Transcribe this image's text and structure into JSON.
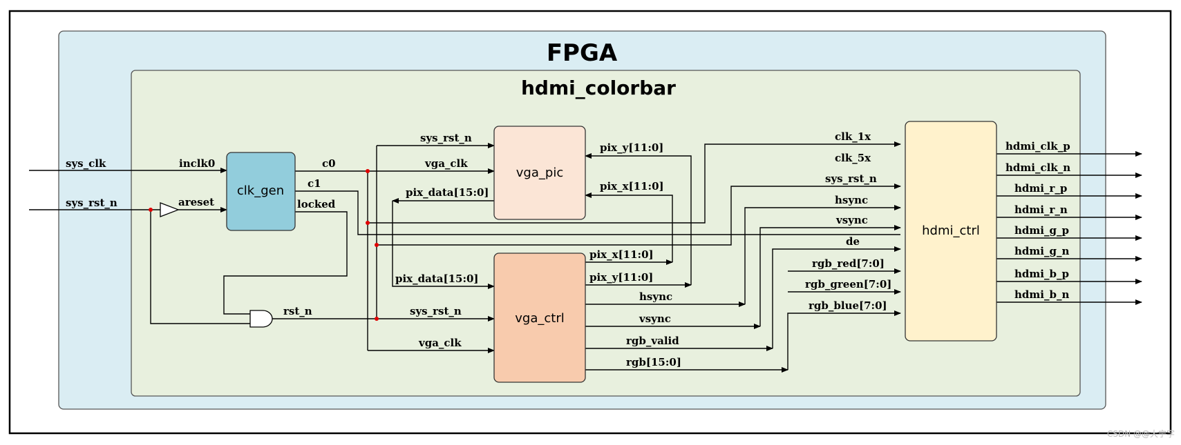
{
  "fpga_title": "FPGA",
  "module_title": "hdmi_colorbar",
  "blocks": {
    "clk_gen": "clk_gen",
    "vga_pic": "vga_pic",
    "vga_ctrl": "vga_ctrl",
    "hdmi_ctrl": "hdmi_ctrl"
  },
  "inputs": {
    "sys_clk": "sys_clk",
    "sys_rst_n": "sys_rst_n"
  },
  "clk_gen_ports": {
    "inclk0": "inclk0",
    "areset": "areset",
    "c0": "c0",
    "c1": "c1",
    "locked": "locked"
  },
  "rst_label": "rst_n",
  "vga_pic_ports": {
    "sys_rst_n": "sys_rst_n",
    "vga_clk": "vga_clk",
    "pix_data": "pix_data[15:0]",
    "pix_y": "pix_y[11:0]",
    "pix_x": "pix_x[11:0]"
  },
  "vga_ctrl_ports": {
    "pix_data": "pix_data[15:0]",
    "sys_rst_n": "sys_rst_n",
    "vga_clk": "vga_clk",
    "pix_x": "pix_x[11:0]",
    "pix_y": "pix_y[11:0]",
    "hsync": "hsync",
    "vsync": "vsync",
    "rgb_valid": "rgb_valid",
    "rgb": "rgb[15:0]"
  },
  "hdmi_ctrl_inputs": [
    "clk_1x",
    "clk_5x",
    "sys_rst_n",
    "hsync",
    "vsync",
    "de",
    "rgb_red[7:0]",
    "rgb_green[7:0]",
    "rgb_blue[7:0]"
  ],
  "hdmi_outputs": [
    "hdmi_clk_p",
    "hdmi_clk_n",
    "hdmi_r_p",
    "hdmi_r_n",
    "hdmi_g_p",
    "hdmi_g_n",
    "hdmi_b_p",
    "hdmi_b_n"
  ],
  "watermark": "CSDN @@大宁字",
  "colors": {
    "fpga_bg": "#daedf3",
    "module_bg": "#e8f0de",
    "clk_gen": "#92cddc",
    "vga_pic": "#fbe5d6",
    "vga_ctrl": "#f8cbad",
    "hdmi_ctrl": "#fff2cc",
    "junction": "#e00000"
  }
}
